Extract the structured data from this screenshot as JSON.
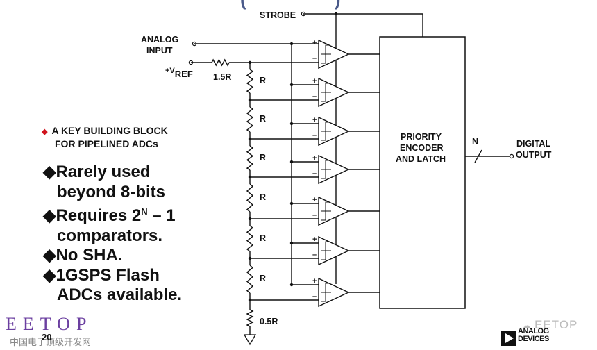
{
  "slide": {
    "title_fragment": "( )",
    "page_number": "20"
  },
  "diagram": {
    "labels": {
      "strobe": "STROBE",
      "analog_input_line1": "ANALOG",
      "analog_input_line2": "INPUT",
      "vref_prefix": "+V",
      "vref_sub": "REF",
      "top_resistor": "1.5R",
      "ladder_resistor": "R",
      "bottom_resistor": "0.5R",
      "encoder_line1": "PRIORITY",
      "encoder_line2": "ENCODER",
      "encoder_line3": "AND LATCH",
      "bus_width": "N",
      "output_line1": "DIGITAL",
      "output_line2": "OUTPUT",
      "plus": "+",
      "minus": "–"
    },
    "comparator_count": 7,
    "ladder_resistor_count": 6
  },
  "notes": {
    "key_line1": "A KEY BUILDING BLOCK",
    "key_line2": "FOR PIPELINED ADCs",
    "key_bullet_color": "#d0131d",
    "bullets": [
      {
        "line1": "Rarely used",
        "line2": "beyond 8-bits"
      },
      {
        "line1_pre": "Requires 2",
        "line1_sup": "N",
        "line1_post": " – 1",
        "line2": "comparators."
      },
      {
        "line1": "No SHA."
      },
      {
        "line1": "1GSPS Flash",
        "line2": "ADCs available."
      }
    ]
  },
  "branding": {
    "eetop": "EETOP",
    "eetop_cn": "中国电子顶级开发网",
    "watermark": "EETOP",
    "adi_line1": "ANALOG",
    "adi_line2": "DEVICES"
  }
}
